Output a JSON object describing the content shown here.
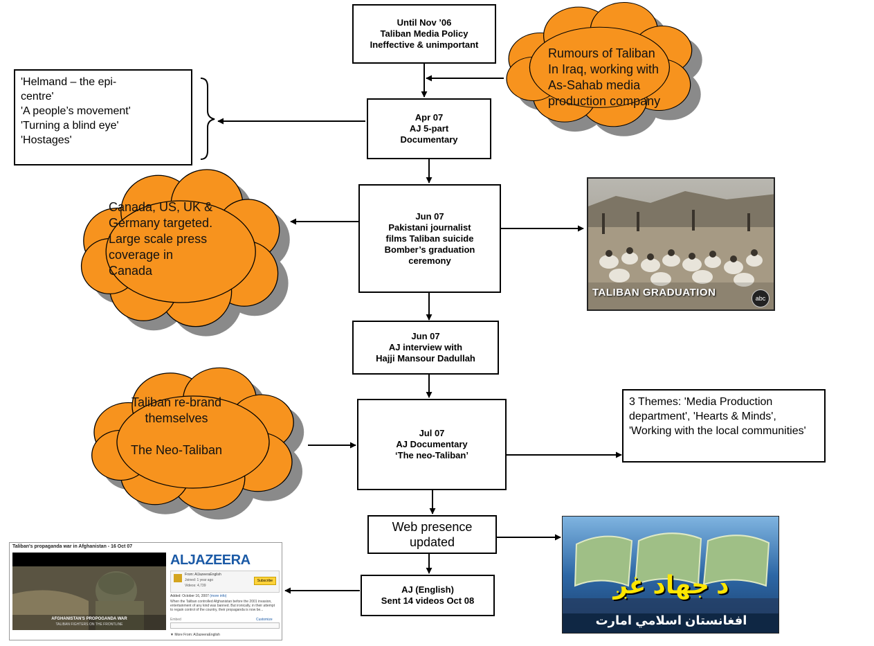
{
  "boxes": {
    "until_nov": [
      "Until Nov ’06",
      "Taliban Media Policy",
      "Ineffective & unimportant"
    ],
    "apr07": [
      "Apr 07",
      "AJ 5-part",
      "Documentary"
    ],
    "jun07_graduation": [
      "Jun 07",
      "Pakistani journalist",
      "films Taliban suicide",
      "Bomber’s graduation",
      "ceremony"
    ],
    "jun07_interview": [
      "Jun 07",
      "AJ interview with",
      "Hajji Mansour Dadullah"
    ],
    "jul07": [
      "Jul 07",
      "AJ Documentary",
      "‘The neo-Taliban’"
    ],
    "web": [
      "Web presence",
      "updated"
    ],
    "aj_english": [
      "AJ (English)",
      "Sent 14 videos Oct 08"
    ]
  },
  "notes": {
    "documentary_parts": [
      "'Helmand – the epi-",
      "centre'",
      "'A people’s movement'",
      "'Turning a blind eye'",
      "'Hostages'"
    ],
    "three_themes": [
      "3 Themes: 'Media Production department', 'Hearts & Minds', 'Working with the local communities'"
    ]
  },
  "clouds": {
    "rumours": [
      "Rumours of Taliban",
      "In Iraq, working with",
      "As-Sahab media",
      "production company"
    ],
    "canada": [
      "Canada, US, UK &",
      "Germany targeted.",
      "Large scale press",
      "coverage in",
      "Canada"
    ],
    "rebrand": [
      "Taliban re-brand",
      "themselves",
      "",
      "The Neo-Taliban"
    ]
  },
  "images": {
    "graduation": {
      "caption": "TALIBAN GRADUATION",
      "network": "abc"
    },
    "jihad_site": {
      "main_text": "د جهاد غږ",
      "sub_text": "افغانستان اسلامي امارت"
    },
    "aljazeera_page": {
      "headline": "Taliban's propaganda war in Afghanistan - 16 Oct 07",
      "logo": "ALJAZEERA",
      "channel_from": "From: AlJazeeraEnglish",
      "joined": "Joined: 1 year ago",
      "videos": "Videos: 4,739",
      "subscribe": "Subscribe",
      "added": "Added: October 16, 2007",
      "more_info": "(more info)",
      "description": "When the Taliban controlled Afghanistan before the 2001 invasion, entertainment of any kind was banned. But ironically, in their attempt to regain control of the country, their propaganda is now be...",
      "embed": "Embed",
      "customize": "Customize",
      "video_caption": "AFGHANISTAN'S PROPOGANDA WAR",
      "video_subcaption": "TALIBAN FIGHTERS ON THE FRONTLINE",
      "more_from": "▼ More From: AlJazeeraEnglish"
    }
  },
  "colors": {
    "cloud_fill": "#f7931e",
    "cloud_shadow": "#8a8a8a",
    "stroke": "#000000"
  }
}
